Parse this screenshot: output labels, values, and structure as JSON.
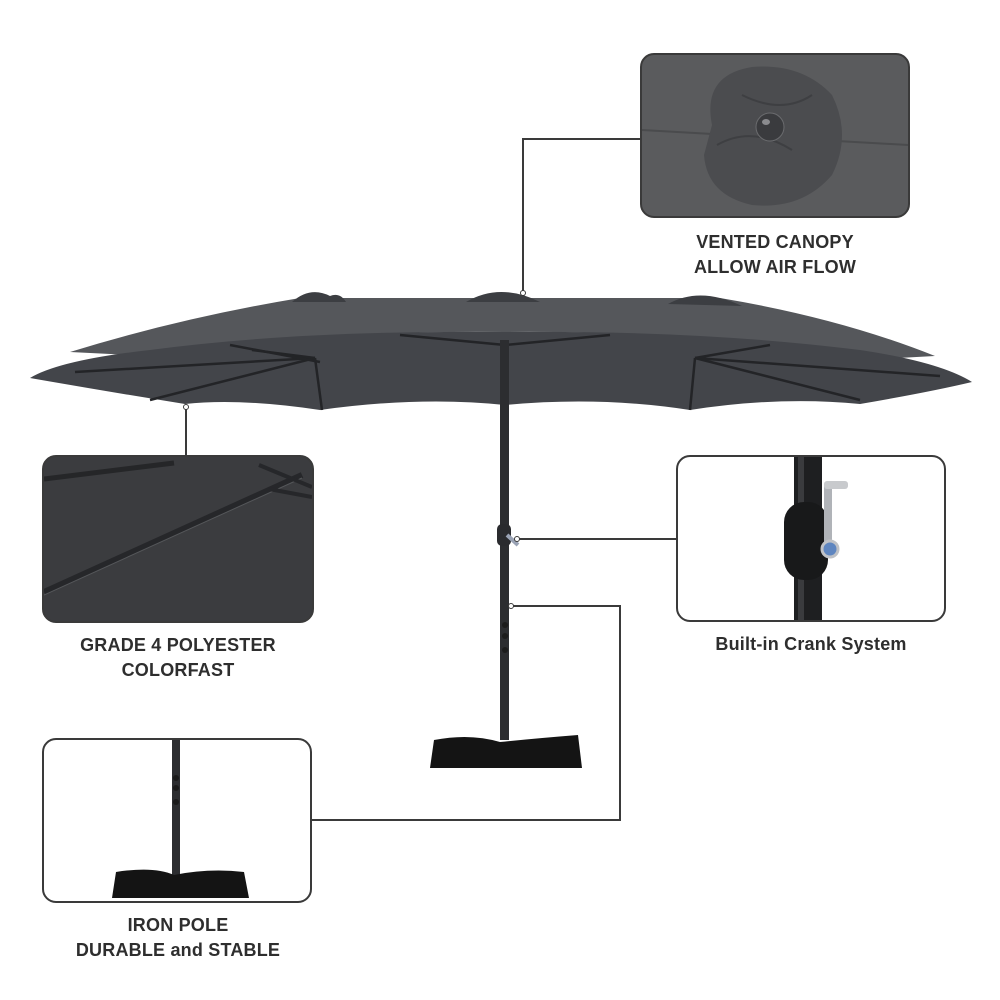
{
  "product": {
    "name": "double-sided market umbrella",
    "canopy_color": "#4a4c50",
    "frame_color": "#2a2b2d",
    "base_color": "#141414"
  },
  "features": [
    {
      "id": "vented-canopy",
      "lines": [
        "VENTED CANOPY",
        "ALLOW AIR FLOW"
      ],
      "image_desc": "close-up of canopy vent with round cap"
    },
    {
      "id": "polyester",
      "lines": [
        "GRADE 4 POLYESTER",
        "COLORFAST"
      ],
      "image_desc": "close-up of dark grey canopy fabric with ribs"
    },
    {
      "id": "crank",
      "lines": [
        "Built-in Crank System"
      ],
      "image_desc": "close-up of pole crank handle"
    },
    {
      "id": "iron-pole",
      "lines": [
        "IRON POLE",
        "DURABLE and STABLE"
      ],
      "image_desc": "pole standing on black weighted base"
    }
  ],
  "colors": {
    "text": "#2e2e2e",
    "border": "#3a3a3a",
    "background": "#ffffff"
  }
}
